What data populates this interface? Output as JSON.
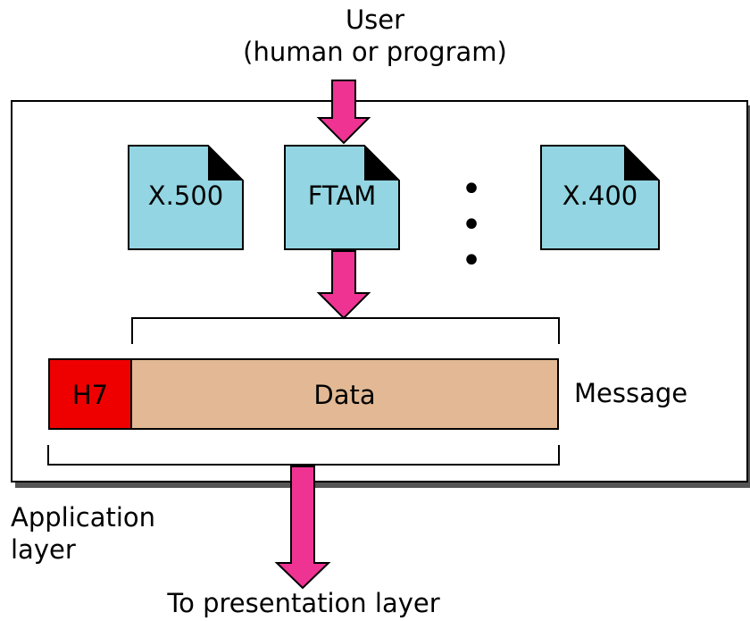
{
  "user": {
    "line1": "User",
    "line2": "(human or program)"
  },
  "services": [
    {
      "label": "X.500"
    },
    {
      "label": "FTAM"
    },
    {
      "label": "X.400"
    }
  ],
  "ellipsis": "• • •",
  "message": {
    "header_label": "H7",
    "data_label": "Data",
    "label": "Message"
  },
  "layer": {
    "line1": "Application",
    "line2": "layer"
  },
  "output": {
    "label": "To presentation layer"
  },
  "colors": {
    "arrow": "#ee3393",
    "document": "#93d5e2",
    "header": "#ee0000",
    "data": "#e2b994"
  }
}
